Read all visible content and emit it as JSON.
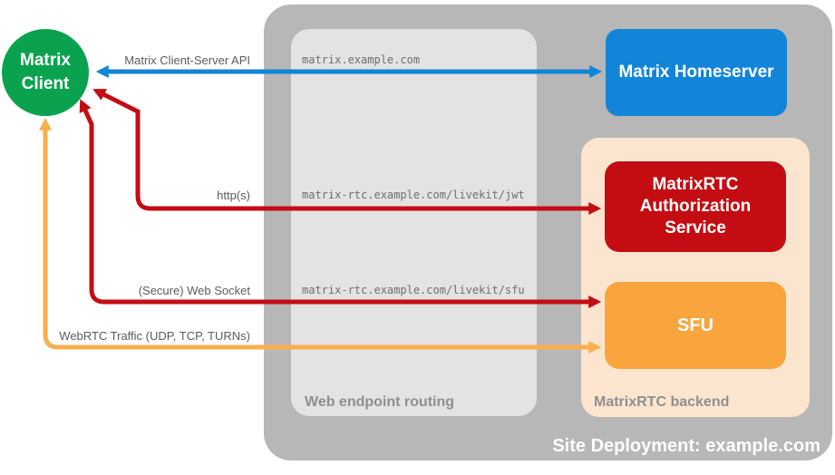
{
  "title": "Site Deployment: example.com",
  "client": {
    "line1": "Matrix",
    "line2": "Client"
  },
  "homeserver": {
    "label": "Matrix Homeserver"
  },
  "routing": {
    "label": "Web endpoint routing",
    "endpoints": {
      "homeserver": "matrix.example.com",
      "jwt": "matrix-rtc.example.com/livekit/jwt",
      "sfu": "matrix-rtc.example.com/livekit/sfu"
    }
  },
  "backend": {
    "label": "MatrixRTC backend",
    "auth": "MatrixRTC Authorization Service",
    "sfu": "SFU"
  },
  "connections": {
    "client_server_api": {
      "label": "Matrix Client-Server API",
      "color": "#1285D8",
      "style": "bidirectional"
    },
    "https": {
      "label": "http(s)",
      "color": "#C30D13",
      "style": "bidirectional"
    },
    "websocket": {
      "label": "(Secure) Web Socket",
      "color": "#C30D13",
      "style": "bidirectional"
    },
    "webrtc": {
      "label": "WebRTC Traffic (UDP, TCP, TURNs)",
      "color": "#FBAE4E",
      "style": "bidirectional"
    }
  },
  "colors": {
    "client_green": "#0AA24F",
    "homeserver_blue": "#1285D8",
    "auth_red": "#C30D13",
    "sfu_orange": "#F9A43C",
    "webrtc_arrow_orange": "#FBAE4E",
    "backend_peach": "#FCE5CF",
    "site_gray": "#B7B7B7",
    "routing_gray": "#E3E3E3",
    "label_gray": "#8F8F8F",
    "text_gray": "#5C5C5C"
  }
}
